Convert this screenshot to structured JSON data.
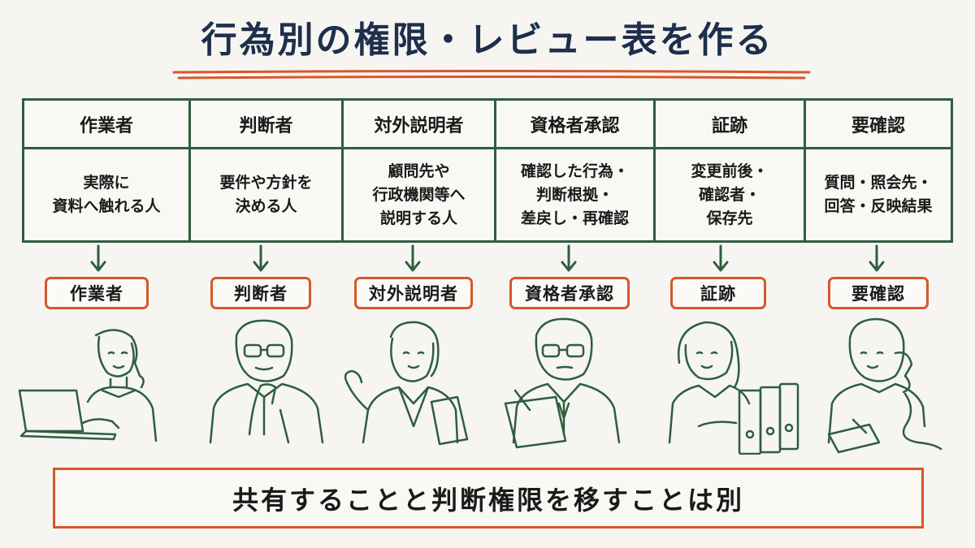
{
  "title": "行為別の権限・レビュー表を作る",
  "columns": [
    {
      "header": "作業者",
      "lines": [
        "実際に",
        "資料へ触れる人"
      ],
      "tag": "作業者",
      "figure": "person-with-laptop"
    },
    {
      "header": "判断者",
      "lines": [
        "要件や方針を",
        "決める人"
      ],
      "tag": "判断者",
      "figure": "person-thinking"
    },
    {
      "header": "対外説明者",
      "lines": [
        "顧問先や",
        "行政機関等へ",
        "説明する人"
      ],
      "tag": "対外説明者",
      "figure": "person-explaining-with-document"
    },
    {
      "header": "資格者承認",
      "lines": [
        "確認した行為・",
        "判断根拠・",
        "差戻し・再確認"
      ],
      "tag": "資格者承認",
      "figure": "person-signing-clipboard"
    },
    {
      "header": "証跡",
      "lines": [
        "変更前後・",
        "確認者・",
        "保存先"
      ],
      "tag": "証跡",
      "figure": "person-with-binders"
    },
    {
      "header": "要確認",
      "lines": [
        "質問・照会先・",
        "回答・反映結果"
      ],
      "tag": "要確認",
      "figure": "person-on-phone-writing"
    }
  ],
  "footer": "共有することと判断権限を移すことは別",
  "colors": {
    "title": "#1d2f4b",
    "accent_orange": "#d9562b",
    "table_green": "#2e5e3e",
    "background": "#f6f5f1"
  }
}
